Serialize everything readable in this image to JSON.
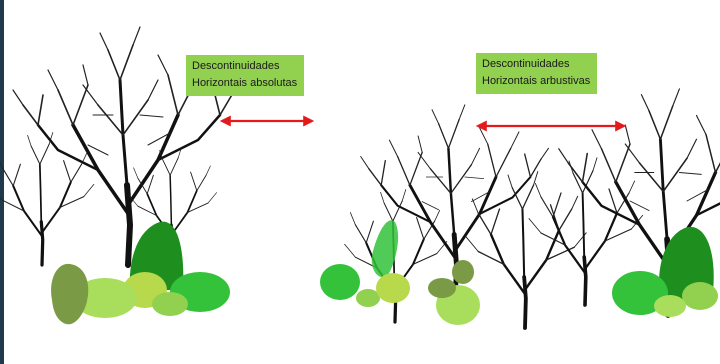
{
  "labels": {
    "absolute": {
      "line1": "Descontinuidades",
      "line2": "Horizontais absolutas"
    },
    "shrub": {
      "line1": "Descontinuidades",
      "line2": "Horizontais arbustivas"
    }
  },
  "colors": {
    "label_background": "#92d050",
    "arrow": "#e31a1c",
    "tree_ink": "#111111",
    "shrub_dark": "#1e8f1e",
    "shrub_bright": "#33c23a",
    "shrub_light": "#92d050",
    "shrub_pale": "#a9dd5c",
    "shrub_olive": "#7a9a45",
    "shrub_lime": "#b7d94b"
  },
  "icons": {
    "arrow": "double-headed-arrow",
    "tree": "bare-deciduous-tree",
    "shrub": "shrub-blob"
  }
}
